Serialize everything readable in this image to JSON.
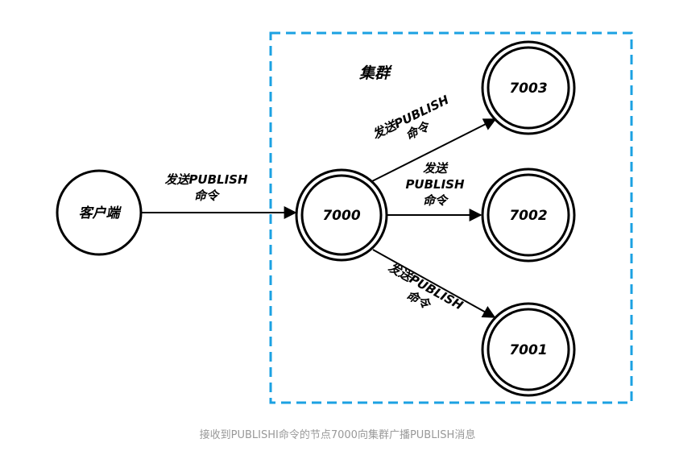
{
  "cluster": {
    "label": "集群",
    "border_color": "#1ba1e2"
  },
  "nodes": {
    "client": "客户端",
    "n7000": "7000",
    "n7003": "7003",
    "n7002": "7002",
    "n7001": "7001"
  },
  "edges": {
    "client_to_7000": [
      "发送PUBLISH",
      "命令"
    ],
    "to_7003": [
      "发送PUBLISH",
      "命令"
    ],
    "to_7002": [
      "发送",
      "PUBLISH",
      "命令"
    ],
    "to_7001": [
      "发送PUBLISH",
      "命令"
    ]
  },
  "caption": "接收到PUBLISHI命令的节点7000向集群广播PUBLISH消息"
}
